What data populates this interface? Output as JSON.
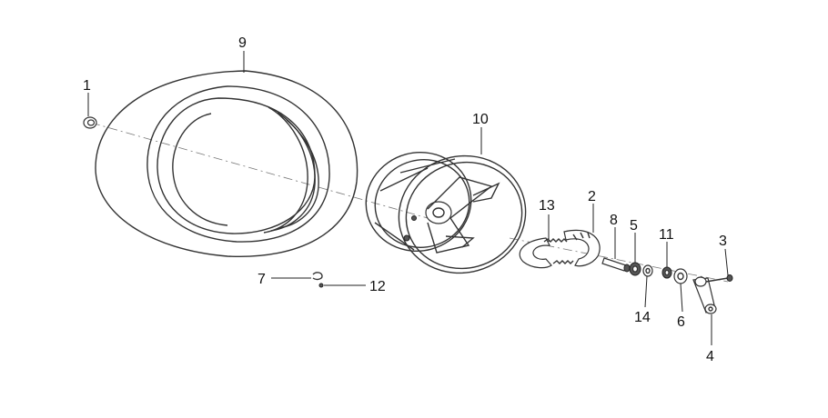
{
  "diagram": {
    "callouts": [
      {
        "id": "c1",
        "label": "1"
      },
      {
        "id": "c2",
        "label": "2"
      },
      {
        "id": "c3",
        "label": "3"
      },
      {
        "id": "c4",
        "label": "4"
      },
      {
        "id": "c5",
        "label": "5"
      },
      {
        "id": "c6",
        "label": "6"
      },
      {
        "id": "c7",
        "label": "7"
      },
      {
        "id": "c8",
        "label": "8"
      },
      {
        "id": "c9",
        "label": "9"
      },
      {
        "id": "c10",
        "label": "10"
      },
      {
        "id": "c11",
        "label": "11"
      },
      {
        "id": "c12",
        "label": "12"
      },
      {
        "id": "c13",
        "label": "13"
      },
      {
        "id": "c14",
        "label": "14"
      }
    ]
  }
}
